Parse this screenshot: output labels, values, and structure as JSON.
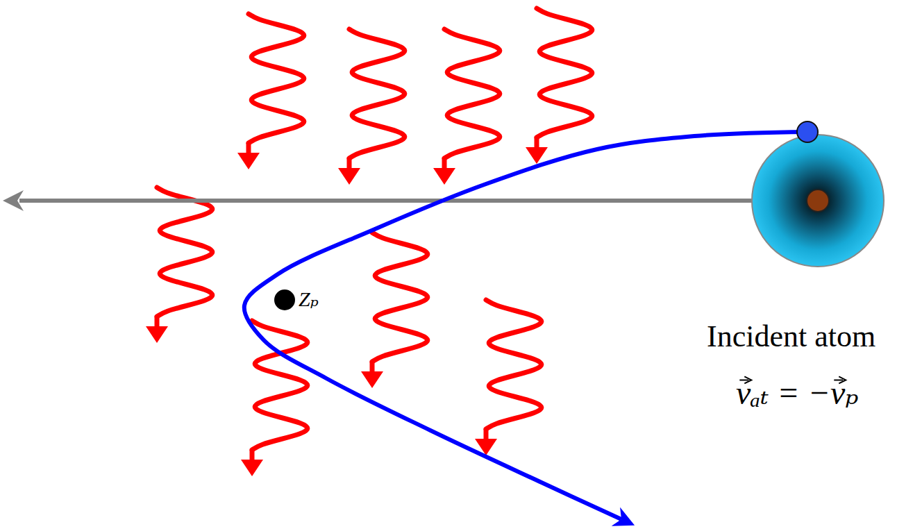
{
  "diagram": {
    "labels": [
      "Zₚ",
      "Incident atom",
      "vₐₜ = −vₚ"
    ]
  }
}
